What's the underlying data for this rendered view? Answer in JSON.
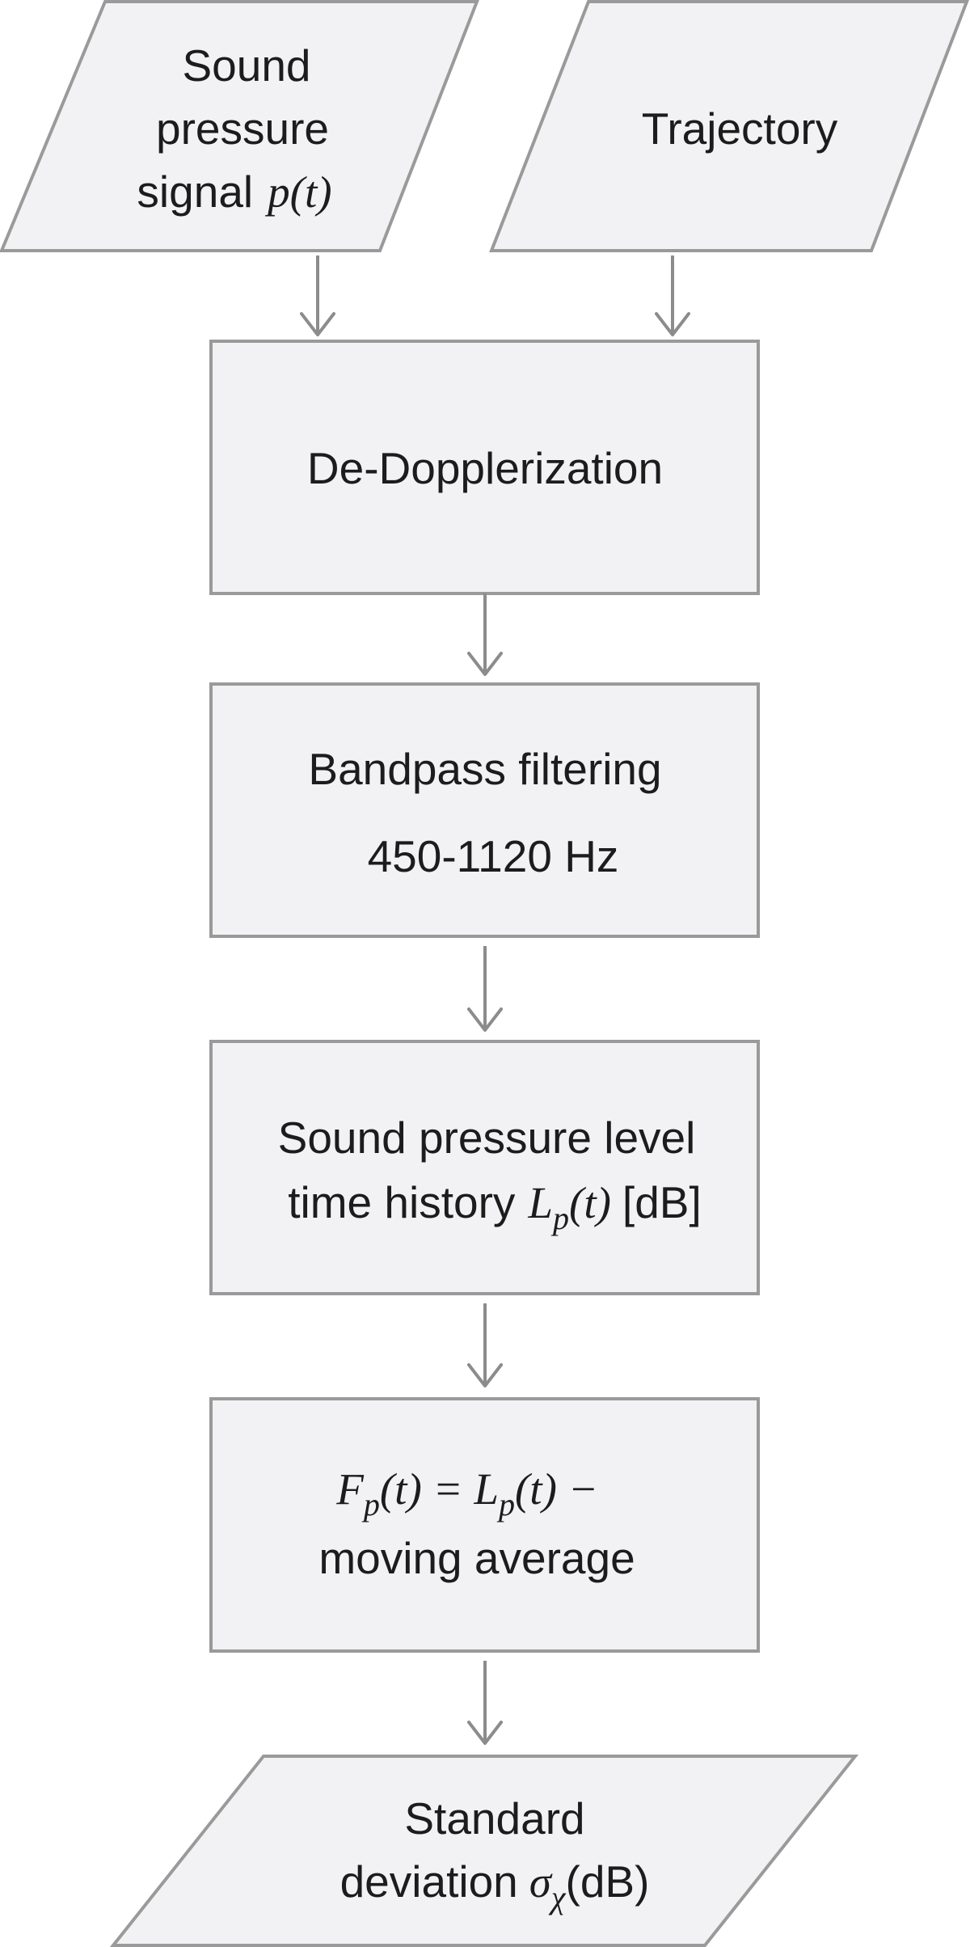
{
  "nodes": {
    "input_signal": {
      "line1": "Sound",
      "line2": "pressure",
      "line3_text": "signal",
      "line3_math": "p(t)"
    },
    "input_trajectory": {
      "label": "Trajectory"
    },
    "dedopplerization": {
      "label": "De-Dopplerization"
    },
    "bandpass": {
      "line1": "Bandpass filtering",
      "line2": "450-1120 Hz"
    },
    "spl_history": {
      "line1": "Sound pressure level",
      "line2_text": "time history",
      "line2_math_L": "L",
      "line2_math_sub": "p",
      "line2_math_args": "(t)",
      "line2_unit": "[dB]"
    },
    "fluctuation": {
      "math_F": "F",
      "math_F_sub": "p",
      "math_F_args": "(t) = ",
      "math_L": "L",
      "math_L_sub": "p",
      "math_L_args": "(t) −",
      "line2": "moving average"
    },
    "std_output": {
      "line1": "Standard",
      "line2_text": "deviation",
      "line2_math_sigma": "σ",
      "line2_math_sub": "χ",
      "line2_unit": "(dB)"
    }
  },
  "colors": {
    "box_fill": "#f2f2f4",
    "box_stroke": "#9a9a9a",
    "arrow": "#8c8c8c",
    "text": "#1c1c1c"
  }
}
